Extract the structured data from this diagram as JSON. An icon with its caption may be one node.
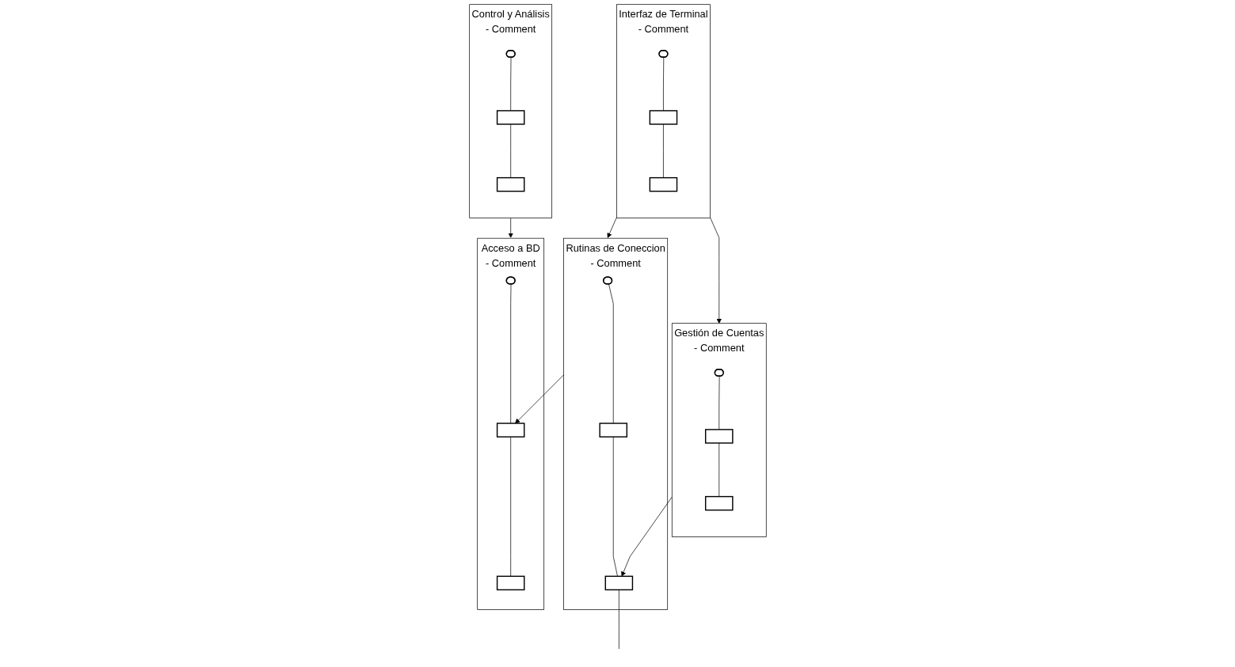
{
  "diagram": {
    "nodes": [
      {
        "text": [
          "Interfaz de Terminal",
          "- Comment"
        ]
      },
      {
        "text": [],
        "shape": "ellipse",
        "in": 0
      },
      {
        "text": [],
        "shape": "box",
        "in": 0
      },
      {
        "text": [],
        "shape": "box",
        "in": 0
      },
      {
        "text": [
          "Control y Análisis",
          "- Comment"
        ]
      },
      {
        "text": [],
        "shape": "ellipse",
        "in": 4
      },
      {
        "text": [],
        "shape": "box",
        "in": 4
      },
      {
        "text": [],
        "shape": "box",
        "in": 4
      },
      {
        "text": [
          "Gestión de Cuentas",
          "- Comment"
        ]
      },
      {
        "text": [],
        "shape": "ellipse",
        "in": 8
      },
      {
        "text": [],
        "shape": "box",
        "in": 8
      },
      {
        "text": [],
        "shape": "box",
        "in": 8
      },
      {
        "text": [
          "Rutinas de Coneccion",
          "- Comment"
        ]
      },
      {
        "text": [],
        "shape": "ellipse",
        "in": 12
      },
      {
        "text": [],
        "shape": "box",
        "in": 12
      },
      {
        "text": [],
        "shape": "box",
        "in": 12
      },
      {
        "text": [
          "Acceso a BD",
          "- Comment"
        ]
      },
      {
        "text": [],
        "shape": "ellipse",
        "in": 16
      },
      {
        "text": [],
        "shape": "box",
        "in": 16
      },
      {
        "text": [],
        "shape": "box",
        "in": 16
      }
    ],
    "edges": [
      {
        "from": 1,
        "to": 2,
        "arrow": "none"
      },
      {
        "from": 2,
        "to": 3,
        "arrow": "none"
      },
      {
        "from": 5,
        "to": 6,
        "arrow": "none"
      },
      {
        "from": 6,
        "to": 7,
        "arrow": "none"
      },
      {
        "from": 9,
        "to": 10,
        "arrow": "none"
      },
      {
        "from": 10,
        "to": 11,
        "arrow": "none"
      },
      {
        "from": 13,
        "to": 14,
        "arrow": "none"
      },
      {
        "from": 14,
        "to": 15,
        "arrow": "none"
      },
      {
        "from": 17,
        "to": 18,
        "arrow": "none"
      },
      {
        "from": 18,
        "to": 19,
        "arrow": "none"
      },
      {
        "from": 0,
        "to": 8,
        "arrow": "to"
      },
      {
        "from": 0,
        "to": 12,
        "arrow": "to"
      },
      {
        "from": 4,
        "to": 16,
        "arrow": "to"
      },
      {
        "from": 8,
        "to": 15,
        "arrow": "to"
      },
      {
        "from": 12,
        "to": 18,
        "arrow": "to"
      },
      {
        "from": 15,
        "to": null,
        "arrow": "none"
      }
    ]
  }
}
